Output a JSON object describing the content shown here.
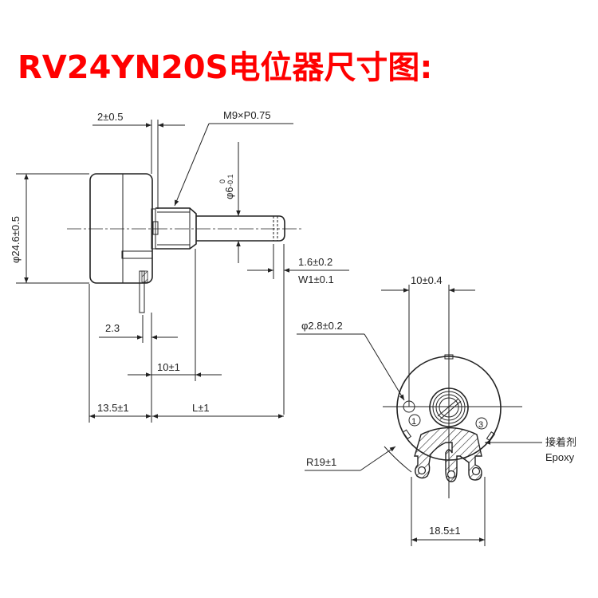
{
  "title": "RV24YN20S电位器尺寸图:",
  "title_color": "#ff0000",
  "side_view": {
    "flange_thickness": "2±0.5",
    "thread": "M9×P0.75",
    "shaft_diameter": "φ6",
    "shaft_tol_upper": "0",
    "shaft_tol_lower": "-0.1",
    "body_diameter": "φ24.6±0.5",
    "slot_depth": "1.6±0.2",
    "slot_width": "W1±0.1",
    "terminal_offset": "2.3",
    "bushing_length": "10±1",
    "body_depth": "13.5±1",
    "shaft_length": "L±1"
  },
  "front_view": {
    "hole_spacing": "10±0.4",
    "hole_diameter": "φ2.8±0.2",
    "terminal_1": "1",
    "terminal_3": "3",
    "adhesive_cn": "接着剂",
    "adhesive_en": "Epoxy",
    "terminal_radius": "R19±1",
    "terminal_span": "18.5±1"
  }
}
